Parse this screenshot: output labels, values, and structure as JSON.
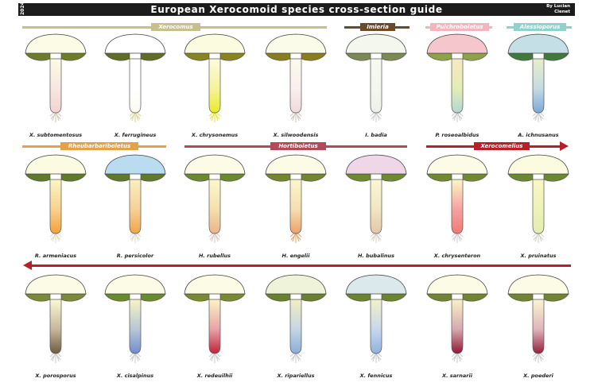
{
  "header": {
    "year": "2024",
    "title": "European Xerocomoid species cross-section guide",
    "author_line1": "By Lucian",
    "author_line2": "Clenet"
  },
  "colors": {
    "titlebar": "#1c1c1c",
    "Xerocomus": "#c8bf8f",
    "Imleria": "#6b4a2b",
    "Pulchroboletus": "#f3b5bd",
    "Alessioporus": "#8fd1cb",
    "Rheubarbariboletus": "#e3a24a",
    "Hortiboletus": "#b24a5a",
    "Xerocomellus": "#b81f27"
  },
  "groups": [
    {
      "name": "Xerocomus",
      "row": 0
    },
    {
      "name": "Imleria",
      "row": 0
    },
    {
      "name": "Pulchroboletus",
      "row": 0
    },
    {
      "name": "Alessioporus",
      "row": 0
    },
    {
      "name": "Rheubarbariboletus",
      "row": 1
    },
    {
      "name": "Hortiboletus",
      "row": 1
    },
    {
      "name": "Xerocomellus",
      "row": 1
    }
  ],
  "species": [
    {
      "name": "X. subtomentosus",
      "gills": "#6f7d2a",
      "cap": "#fbfbe6",
      "stem": [
        "#fbfbe6",
        "#f8e6e0",
        "#f3d3cf"
      ],
      "base": "#cfc6b8"
    },
    {
      "name": "X. ferrugineus",
      "gills": "#5f6e24",
      "cap": "#ffffff",
      "stem": [
        "#ffffff",
        "#ffffff",
        "#fbfbf2"
      ],
      "base": "#d9d28a"
    },
    {
      "name": "X. chrysonemus",
      "gills": "#8a8420",
      "cap": "#fbfbe0",
      "stem": [
        "#fbfbe0",
        "#f6f39a",
        "#e9ea2a"
      ],
      "base": "#e6e23a"
    },
    {
      "name": "X. silwoodensis",
      "gills": "#8a7d1e",
      "cap": "#fbfbea",
      "stem": [
        "#fbfbea",
        "#f9efee",
        "#f1d9dd"
      ],
      "base": "#ccc3b8"
    },
    {
      "name": "I. badia",
      "gills": "#7b8a55",
      "cap": "#f3f7ee",
      "stem": [
        "#f6f8f2",
        "#f4f6f0",
        "#eef0ea"
      ],
      "base": "#cccccc"
    },
    {
      "name": "P. roseoalbidus",
      "gills": "#8da34a",
      "cap": "#f5c6cc",
      "stem": [
        "#f7e9c0",
        "#e4ecb5",
        "#b2d7d1"
      ],
      "base": "#c8c8c8"
    },
    {
      "name": "A. ichnusanus",
      "gills": "#3f7a3a",
      "cap": "#c4dfe6",
      "stem": [
        "#e9eec9",
        "#c4dbe2",
        "#7ba8d8"
      ],
      "base": "#c8c8c8"
    },
    {
      "name": "R. armeniacus",
      "gills": "#607a2a",
      "cap": "#fbfbe2",
      "stem": [
        "#fbf6c4",
        "#f8d28e",
        "#f3a13a"
      ],
      "base": "#e0d8c8"
    },
    {
      "name": "R. persicolor",
      "gills": "#5f7a2a",
      "cap": "#b9dcf0",
      "stem": [
        "#f9f0c0",
        "#f7d098",
        "#f0a546"
      ],
      "base": "#e0d8c8"
    },
    {
      "name": "H. rubellus",
      "gills": "#6b8a2e",
      "cap": "#fbfbe6",
      "stem": [
        "#fbf8cc",
        "#f5e0ad",
        "#e9b489"
      ],
      "base": "#d9c7c2"
    },
    {
      "name": "H. engelii",
      "gills": "#74862e",
      "cap": "#fbfbe6",
      "stem": [
        "#fbf6cc",
        "#f5dfb0",
        "#eba16d"
      ],
      "base": "#e3a26a"
    },
    {
      "name": "H. bubalinus",
      "gills": "#6e8a30",
      "cap": "#f0d7e7",
      "stem": [
        "#fbf6d4",
        "#f2e6c2",
        "#e2c6aa"
      ],
      "base": "#d7cfc4"
    },
    {
      "name": "X. chrysenteron",
      "gills": "#718a30",
      "cap": "#fbfbe6",
      "stem": [
        "#fbf6c6",
        "#f5a2a0",
        "#f07a74"
      ],
      "base": "#d8c8c8"
    },
    {
      "name": "X. pruinatus",
      "gills": "#6c8830",
      "cap": "#fbfbe0",
      "stem": [
        "#f8f8c4",
        "#eef2b6",
        "#e4ecb2"
      ],
      "base": "#d0d0c0"
    },
    {
      "name": "X. porosporus",
      "gills": "#7b8a38",
      "cap": "#fbfbe6",
      "stem": [
        "#fbf8d2",
        "#c7b79e",
        "#6e5c40"
      ],
      "base": "#c8c8c8"
    },
    {
      "name": "X. cisalpinus",
      "gills": "#6a8a2e",
      "cap": "#fbfbe6",
      "stem": [
        "#f8f4c4",
        "#b8c6d6",
        "#6f8ecc"
      ],
      "base": "#c8c8c8"
    },
    {
      "name": "X. redeuilhii",
      "gills": "#7a8a32",
      "cap": "#fbfbe6",
      "stem": [
        "#fbf5c4",
        "#e7a3a8",
        "#c1213a"
      ],
      "base": "#c8c8c8"
    },
    {
      "name": "X. ripariellus",
      "gills": "#6a8030",
      "cap": "#eff3d9",
      "stem": [
        "#f1eec0",
        "#c6d5e4",
        "#8aaed8"
      ],
      "base": "#c8c8c8"
    },
    {
      "name": "X. fennicus",
      "gills": "#6a8430",
      "cap": "#dce9ec",
      "stem": [
        "#f1f1c9",
        "#c8d8ea",
        "#8fb2df"
      ],
      "base": "#c8c8c8"
    },
    {
      "name": "X. sarnarii",
      "gills": "#728432",
      "cap": "#fbfbe6",
      "stem": [
        "#f8f2c4",
        "#d7a9b0",
        "#921832"
      ],
      "base": "#c8c8c8"
    },
    {
      "name": "X. poederi",
      "gills": "#728432",
      "cap": "#fbfbe6",
      "stem": [
        "#fbf6d0",
        "#dfb5bc",
        "#94223a"
      ],
      "base": "#c8c8c8"
    }
  ]
}
